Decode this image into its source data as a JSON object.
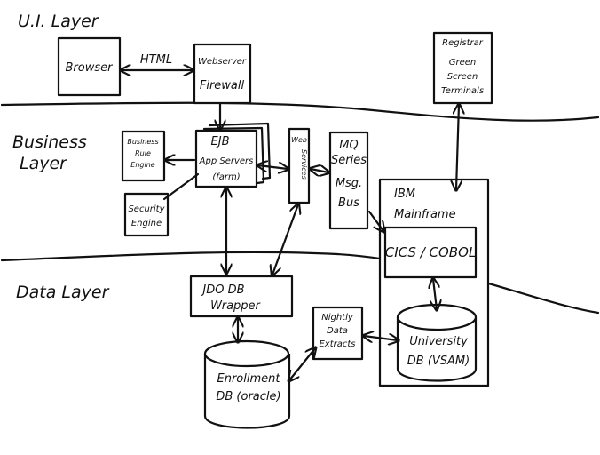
{
  "layers": {
    "ui": "U.I. Layer",
    "business_1": "Business",
    "business_2": "Layer",
    "data": "Data Layer"
  },
  "nodes": {
    "browser": "Browser",
    "webserver_1": "Webserver",
    "webserver_2": "Firewall",
    "registrar_1": "Registrar",
    "registrar_2": "Green",
    "registrar_3": "Screen",
    "registrar_4": "Terminals",
    "brule_1": "Business",
    "brule_2": "Rule",
    "brule_3": "Engine",
    "security_1": "Security",
    "security_2": "Engine",
    "ejb_1": "EJB",
    "ejb_2": "App Servers",
    "ejb_3": "(farm)",
    "websvc_1": "Web",
    "websvc_2": "Services",
    "mq_1": "MQ",
    "mq_2": "Series",
    "mq_3": "Msg.",
    "mq_4": "Bus",
    "ibm_1": "IBM",
    "ibm_2": "Mainframe",
    "cics": "CICS / COBOL",
    "jdo_1": "JDO DB",
    "jdo_2": "Wrapper",
    "nightly_1": "Nightly",
    "nightly_2": "Data",
    "nightly_3": "Extracts",
    "enroll_1": "Enrollment",
    "enroll_2": "DB (oracle)",
    "univ_1": "University",
    "univ_2": "DB (VSAM)"
  },
  "edges": {
    "html": "HTML"
  }
}
